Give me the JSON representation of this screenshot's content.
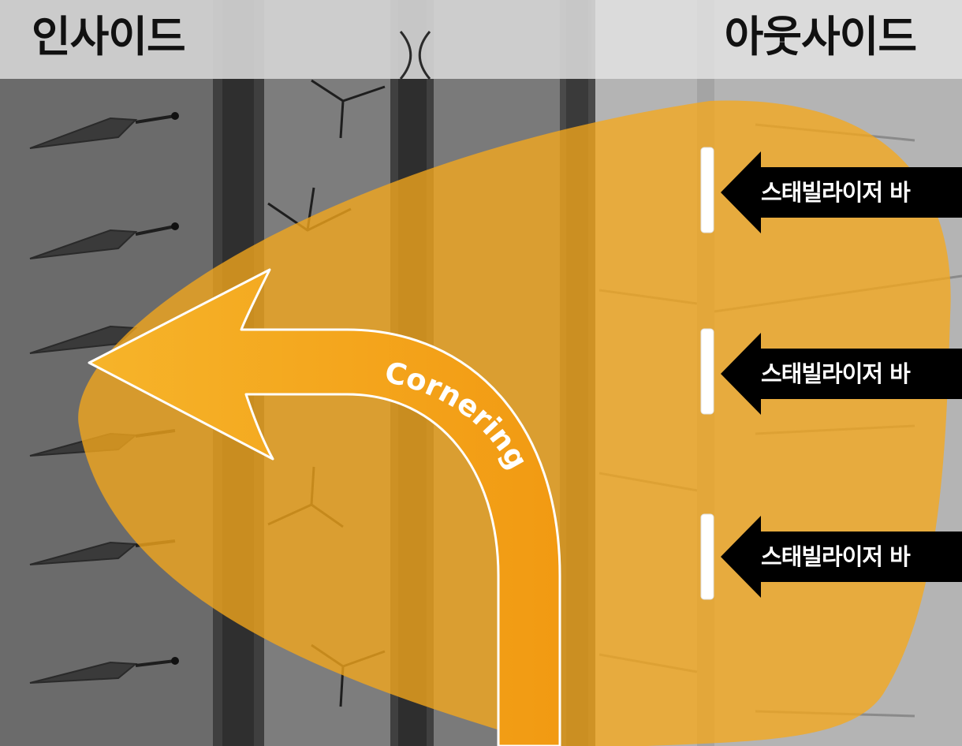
{
  "labels": {
    "inside": "인사이드",
    "outside": "아웃사이드",
    "arrow": "Cornering",
    "stabilizers": [
      "스태빌라이저 바",
      "스태빌라이저 바",
      "스태빌라이저 바"
    ]
  },
  "colors": {
    "zone": "#f5a81c",
    "arrow": "#f4a019",
    "label_text": "#ffffff",
    "callout": "#000000",
    "header_band": "#d8d8d8"
  },
  "icons": [
    "tread-groove-icon",
    "sipe-icon",
    "stabilizer-bar-icon",
    "callout-arrow-icon"
  ]
}
